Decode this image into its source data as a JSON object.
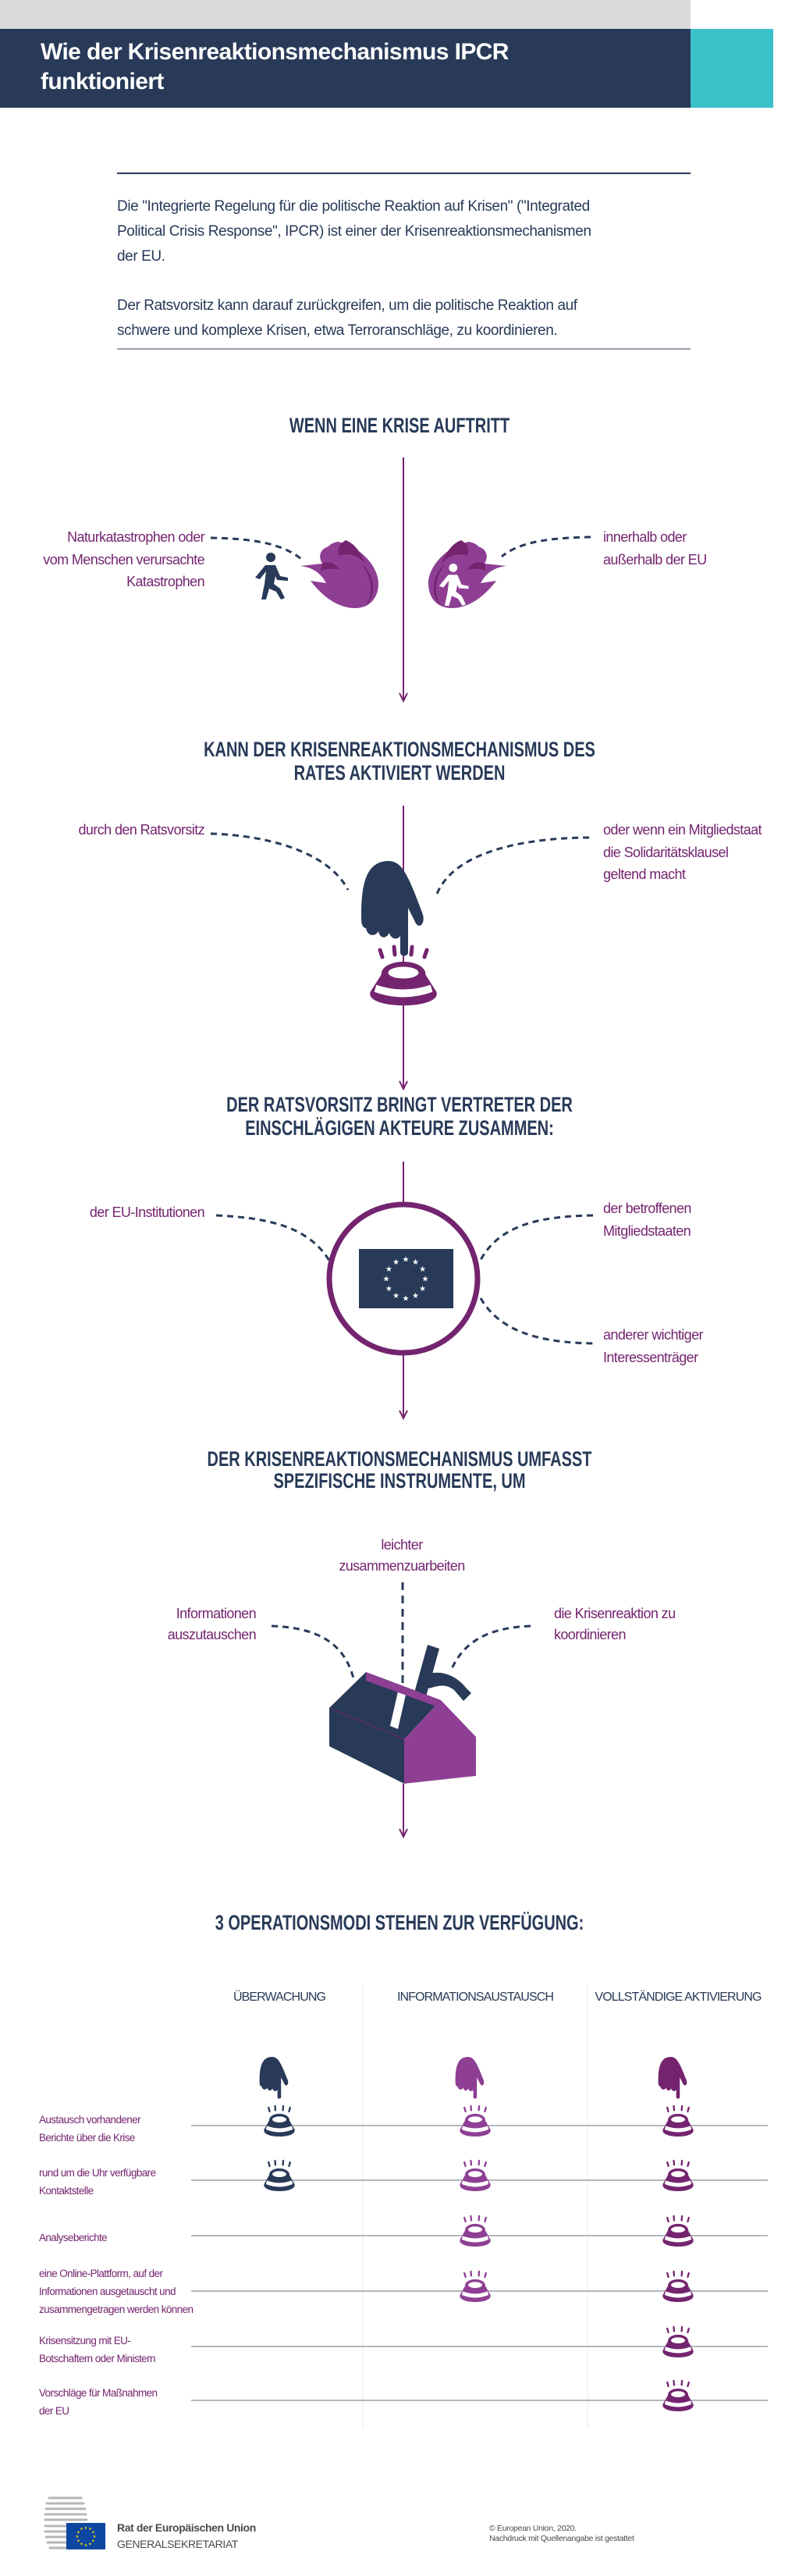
{
  "header": {
    "title_line1": "Wie der Krisenreaktionsmechanismus IPCR",
    "title_line2": "funktioniert"
  },
  "intro": {
    "para1": [
      "Die \"Integrierte Regelung für die politische Reaktion auf Krisen\" (\"Integrated",
      "Political Crisis Response\", IPCR) ist einer der Krisenreaktionsmechanismen",
      "der EU."
    ],
    "para2": [
      "Der Ratsvorsitz kann darauf zurückgreifen, um die politische Reaktion auf",
      "schwere und komplexe Krisen, etwa Terroranschläge, zu koordinieren."
    ]
  },
  "step1": {
    "heading": "WENN EINE KRISE AUFTRITT",
    "left": [
      "Naturkatastrophen oder",
      "vom Menschen verursachte",
      "Katastrophen"
    ],
    "right": [
      "innerhalb oder",
      "außerhalb der EU"
    ]
  },
  "step2": {
    "heading": [
      "KANN DER KRISENREAKTIONSMECHANISMUS DES",
      "RATES AKTIVIERT WERDEN"
    ],
    "left": [
      "durch den Ratsvorsitz"
    ],
    "right": [
      "oder wenn ein Mitgliedstaat",
      "die Solidaritätsklausel",
      "geltend macht"
    ]
  },
  "step3": {
    "heading": [
      "DER RATSVORSITZ BRINGT VERTRETER DER",
      "EINSCHLÄGIGEN AKTEURE ZUSAMMEN:"
    ],
    "left": [
      "der EU-Institutionen"
    ],
    "right_top": [
      "der betroffenen",
      "Mitgliedstaaten"
    ],
    "right_bottom": [
      "anderer wichtiger",
      "Interessenträger"
    ]
  },
  "step4": {
    "heading": [
      "DER KRISENREAKTIONSMECHANISMUS UMFASST",
      "SPEZIFISCHE INSTRUMENTE, UM"
    ],
    "top": [
      "leichter",
      "zusammenzuarbeiten"
    ],
    "left": [
      "Informationen",
      "auszutauschen"
    ],
    "right": [
      "die Krisenreaktion zu",
      "koordinieren"
    ]
  },
  "modes": {
    "heading": "3 OPERATIONSMODI STEHEN ZUR VERFÜGUNG:",
    "columns": [
      "ÜBERWACHUNG",
      "INFORMATIONSAUSTAUSCH",
      "VOLLSTÄNDIGE AKTIVIERUNG"
    ],
    "rows": [
      {
        "label": [
          "Austausch vorhandener",
          "Berichte über die Krise"
        ],
        "marks": [
          true,
          true,
          true
        ]
      },
      {
        "label": [
          "rund um die Uhr verfügbare",
          "Kontaktstelle"
        ],
        "marks": [
          true,
          true,
          true
        ]
      },
      {
        "label": [
          "Analyseberichte"
        ],
        "marks": [
          false,
          true,
          true
        ]
      },
      {
        "label": [
          "eine Online-Plattform, auf der",
          "Informationen ausgetauscht und",
          "zusammengetragen werden können"
        ],
        "marks": [
          false,
          true,
          true
        ]
      },
      {
        "label": [
          "Krisensitzung mit EU-",
          "Botschaftern oder Ministern"
        ],
        "marks": [
          false,
          false,
          true
        ]
      },
      {
        "label": [
          "Vorschläge für Maßnahmen",
          "der EU"
        ],
        "marks": [
          false,
          false,
          true
        ]
      }
    ]
  },
  "footer": {
    "org": "Rat der Europäischen Union",
    "dept": "GENERALSEKRETARIAT",
    "copyright": "© European Union, 2020.",
    "reprint": "Nachdruck mit Quellenangabe ist gestattet"
  },
  "colors": {
    "navy": "#283a58",
    "purple_dark": "#74246f",
    "purple_mid": "#8e3f94",
    "teal": "#3cc1ca",
    "eu_blue": "#0e47a1",
    "eu_yellow": "#ffdd00"
  }
}
